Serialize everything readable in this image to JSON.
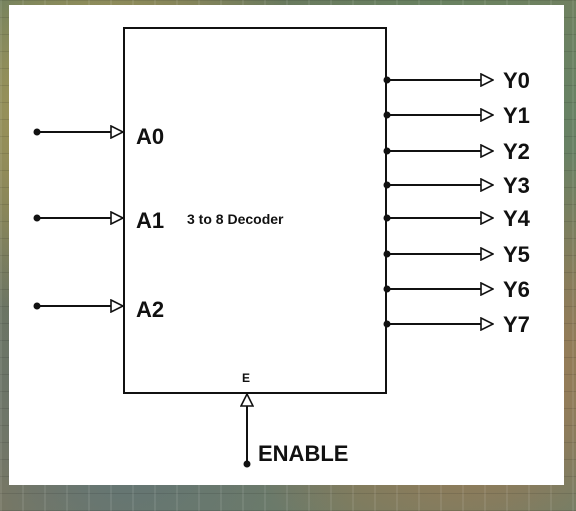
{
  "diagram": {
    "title": "3 to 8 Decoder",
    "inputs": [
      {
        "label": "A0"
      },
      {
        "label": "A1"
      },
      {
        "label": "A2"
      }
    ],
    "outputs": [
      {
        "label": "Y0"
      },
      {
        "label": "Y1"
      },
      {
        "label": "Y2"
      },
      {
        "label": "Y3"
      },
      {
        "label": "Y4"
      },
      {
        "label": "Y5"
      },
      {
        "label": "Y6"
      },
      {
        "label": "Y7"
      }
    ],
    "enable_pin_label": "E",
    "enable_label": "ENABLE",
    "colors": {
      "line": "#111111",
      "panel": "#ffffff"
    }
  }
}
